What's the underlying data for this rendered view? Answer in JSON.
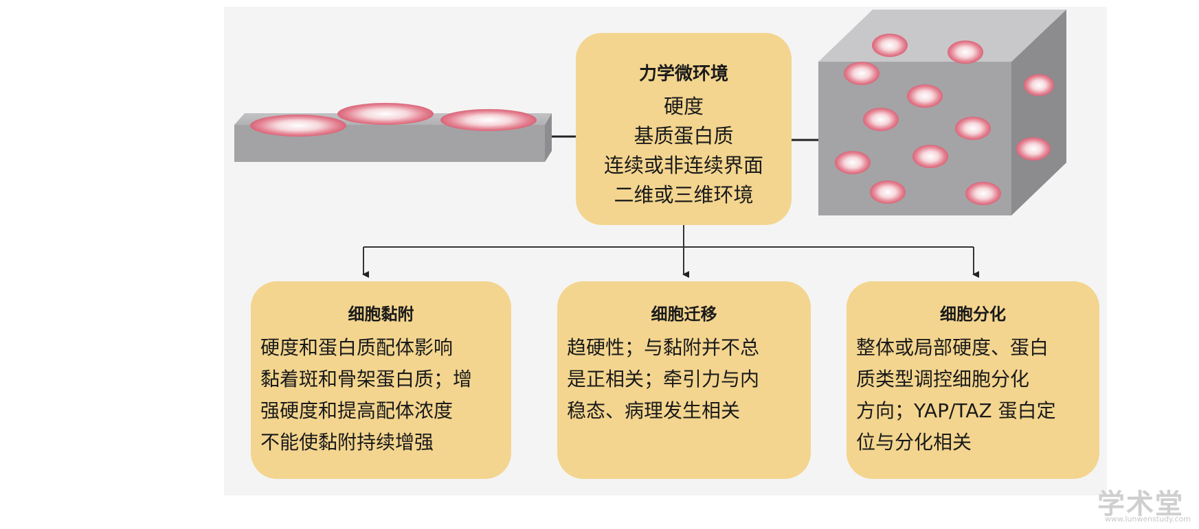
{
  "center": {
    "title": "力学微环境",
    "lines": [
      "硬度",
      "基质蛋白质",
      "连续或非连续界面",
      "二维或三维环境"
    ]
  },
  "outcomes": [
    {
      "title": "细胞黏附",
      "lines": [
        "硬度和蛋白质配体影响",
        "黏着斑和骨架蛋白质；增",
        "强硬度和提高配体浓度",
        "不能使黏附持续增强"
      ]
    },
    {
      "title": "细胞迁移",
      "lines": [
        "趋硬性；与黏附并不总",
        "是正相关；牵引力与内",
        "稳态、病理发生相关"
      ]
    },
    {
      "title": "细胞分化",
      "lines": [
        "整体或局部硬度、蛋白",
        "质类型调控细胞分化",
        "方向；YAP/TAZ 蛋白定",
        "位与分化相关"
      ]
    }
  ],
  "colors": {
    "box_fill": "#f3d58f",
    "substrate_gray": "#a4a4a7",
    "cell_pink": "#e07b8c",
    "connector": "#222222"
  },
  "watermark": {
    "text": "学术堂",
    "url": "www.lunwenstudy.com"
  }
}
